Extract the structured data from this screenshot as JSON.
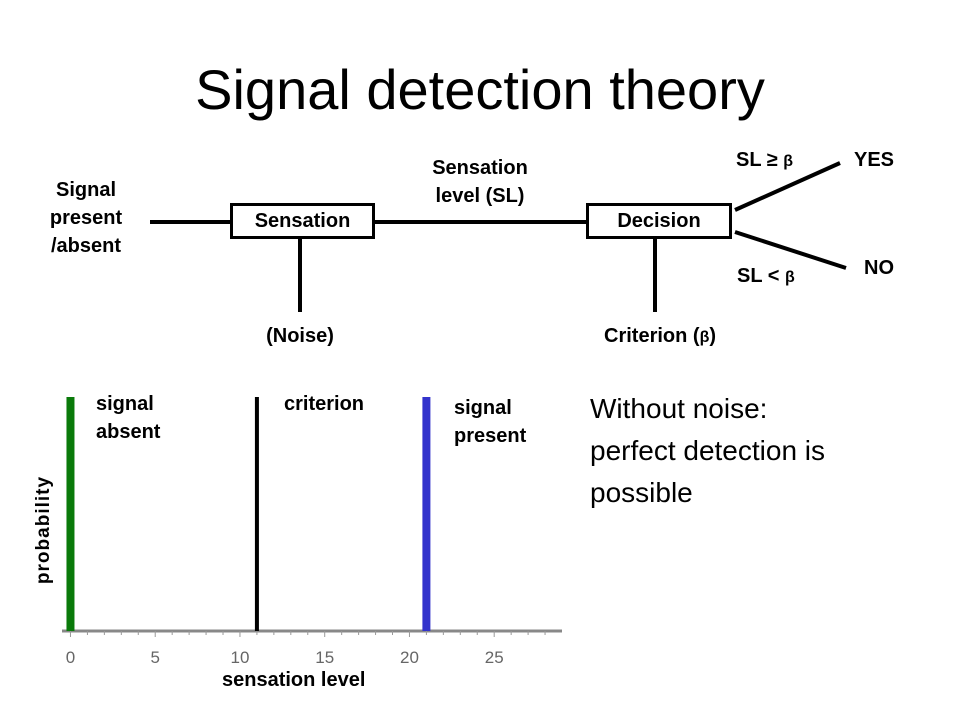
{
  "title": "Signal detection theory",
  "flow": {
    "input_lines": [
      "Signal",
      "present",
      "/absent"
    ],
    "sensation_box": "Sensation",
    "decision_box": "Decision",
    "sensation_level_lines": [
      "Sensation",
      "level (SL)"
    ],
    "noise_label": "(Noise)",
    "criterion_label": "Criterion (",
    "criterion_beta": "β",
    "criterion_close": ")",
    "yes_condition": "SL ≥ ",
    "yes_beta": "β",
    "yes_label": "YES",
    "no_condition": "SL < ",
    "no_beta": "β",
    "no_label": "NO"
  },
  "note_lines": [
    "Without noise:",
    "perfect detection is",
    "possible"
  ],
  "chart_data": {
    "type": "line",
    "title": "",
    "xlabel": "sensation level",
    "ylabel": "probability",
    "xlim": [
      -0.5,
      29
    ],
    "x_ticks": [
      "0",
      "5",
      "10",
      "15",
      "20",
      "25"
    ],
    "series": [
      {
        "name": "signal absent",
        "label_lines": [
          "signal",
          "absent"
        ],
        "x": 0,
        "color": "#0a7a0a"
      },
      {
        "name": "criterion",
        "label_lines": [
          "criterion"
        ],
        "x": 11,
        "color": "#000000"
      },
      {
        "name": "signal present",
        "label_lines": [
          "signal",
          "present"
        ],
        "x": 21,
        "color": "#3333cc"
      }
    ],
    "grid": false
  }
}
